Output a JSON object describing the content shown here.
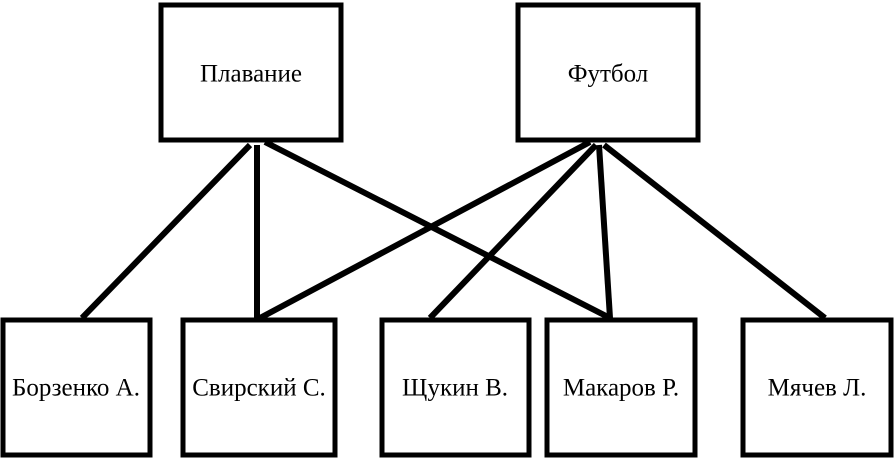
{
  "diagram": {
    "categories": [
      {
        "id": "swimming",
        "label": "Плавание"
      },
      {
        "id": "football",
        "label": "Футбол"
      }
    ],
    "people": [
      {
        "id": "borzenko",
        "label": "Борзенко А."
      },
      {
        "id": "svirsky",
        "label": "Свирский С."
      },
      {
        "id": "shchukin",
        "label": "Щукин В."
      },
      {
        "id": "makarov",
        "label": "Макаров Р."
      },
      {
        "id": "myachev",
        "label": "Мячев Л."
      }
    ],
    "links": [
      {
        "from": "swimming",
        "to": "borzenko"
      },
      {
        "from": "swimming",
        "to": "svirsky"
      },
      {
        "from": "swimming",
        "to": "makarov"
      },
      {
        "from": "football",
        "to": "svirsky"
      },
      {
        "from": "football",
        "to": "shchukin"
      },
      {
        "from": "football",
        "to": "makarov"
      },
      {
        "from": "football",
        "to": "myachev"
      }
    ]
  }
}
